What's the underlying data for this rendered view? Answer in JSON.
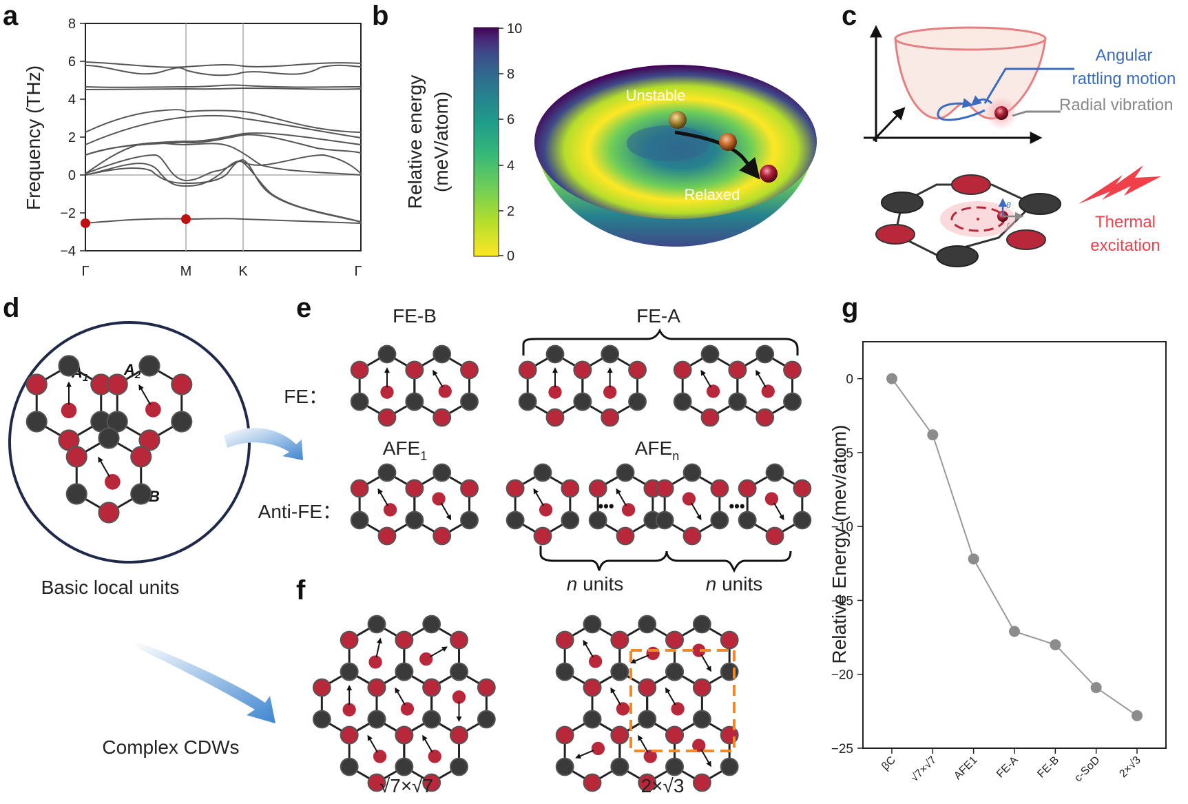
{
  "panels": {
    "a": "a",
    "b": "b",
    "c": "c",
    "d": "d",
    "e": "e",
    "f": "f",
    "g": "g"
  },
  "panel_a": {
    "ylabel": "Frequency (THz)",
    "yticks": [
      "8",
      "6",
      "4",
      "2",
      "0",
      "−4"
    ],
    "ytick_m2": "−2",
    "xticks": [
      "Γ",
      "M",
      "K",
      "Γ"
    ]
  },
  "panel_b": {
    "colorbar_label_1": "Relative energy",
    "colorbar_label_2": "(meV/atom)",
    "colorbar_ticks": [
      "10",
      "8",
      "6",
      "4",
      "2",
      "0"
    ],
    "label_unstable": "Unstable",
    "label_relaxed": "Relaxed"
  },
  "panel_c": {
    "label_angular_1": "Angular",
    "label_angular_2": "rattling motion",
    "label_radial": "Radial vibration",
    "label_thermal_1": "Thermal",
    "label_thermal_2": "excitation",
    "theta": "θ",
    "r": "r"
  },
  "panel_d": {
    "site_a1": "A",
    "site_a1_sub": "1",
    "site_a2": "A",
    "site_a2_sub": "2",
    "site_b": "B",
    "caption_basic": "Basic local units",
    "caption_complex": "Complex CDWs"
  },
  "panel_e": {
    "fe_b": "FE-B",
    "fe_a": "FE-A",
    "row_fe": "FE：",
    "afe1": "AFE",
    "afe1_sub": "1",
    "afen": "AFE",
    "afen_sub": "n",
    "row_antife": "Anti-FE：",
    "dots": "•••",
    "n_units_n": "n",
    "n_units_text": " units"
  },
  "panel_f": {
    "label_left": "√7×√7",
    "label_right": "2×√3"
  },
  "chart_data": {
    "type": "line",
    "ylabel": "Relative Energy (mev/atom)",
    "categories": [
      "βC",
      "√7×√7",
      "AFE1",
      "FE-A",
      "FE-B",
      "c-SoD",
      "2×√3"
    ],
    "values": [
      0,
      -3.8,
      -12.2,
      -17.1,
      -18.0,
      -20.9,
      -22.8
    ],
    "ylim": [
      -25,
      2.5
    ],
    "yticks": [
      0,
      -5,
      -10,
      -15,
      -20,
      -25
    ],
    "ytick_labels": [
      "0",
      "−5",
      "−10",
      "−15",
      "−20",
      "−25"
    ],
    "marker_color": "#8c8c8c",
    "line_color": "#999999",
    "grid": false
  },
  "colors": {
    "dark_atom": "#3a3a3a",
    "red_atom": "#b8283a",
    "accent_blue": "#3a6bc0",
    "accent_red": "#f0404a",
    "orange_dash": "#ee8a2c"
  }
}
